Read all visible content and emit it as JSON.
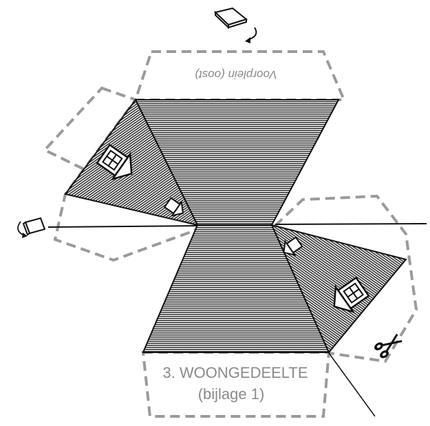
{
  "labels": {
    "top": "Voorplein (oost)",
    "bottom_line1": "3. WOONGEDEELTE",
    "bottom_line2": "(bijlage 1)"
  },
  "colors": {
    "outline": "#999999",
    "roof": "#3a3a3a",
    "text": "#8a8a8a"
  },
  "icons": [
    "fold-icon",
    "rotate-arrow-icon",
    "scissors-icon",
    "house-icon"
  ]
}
